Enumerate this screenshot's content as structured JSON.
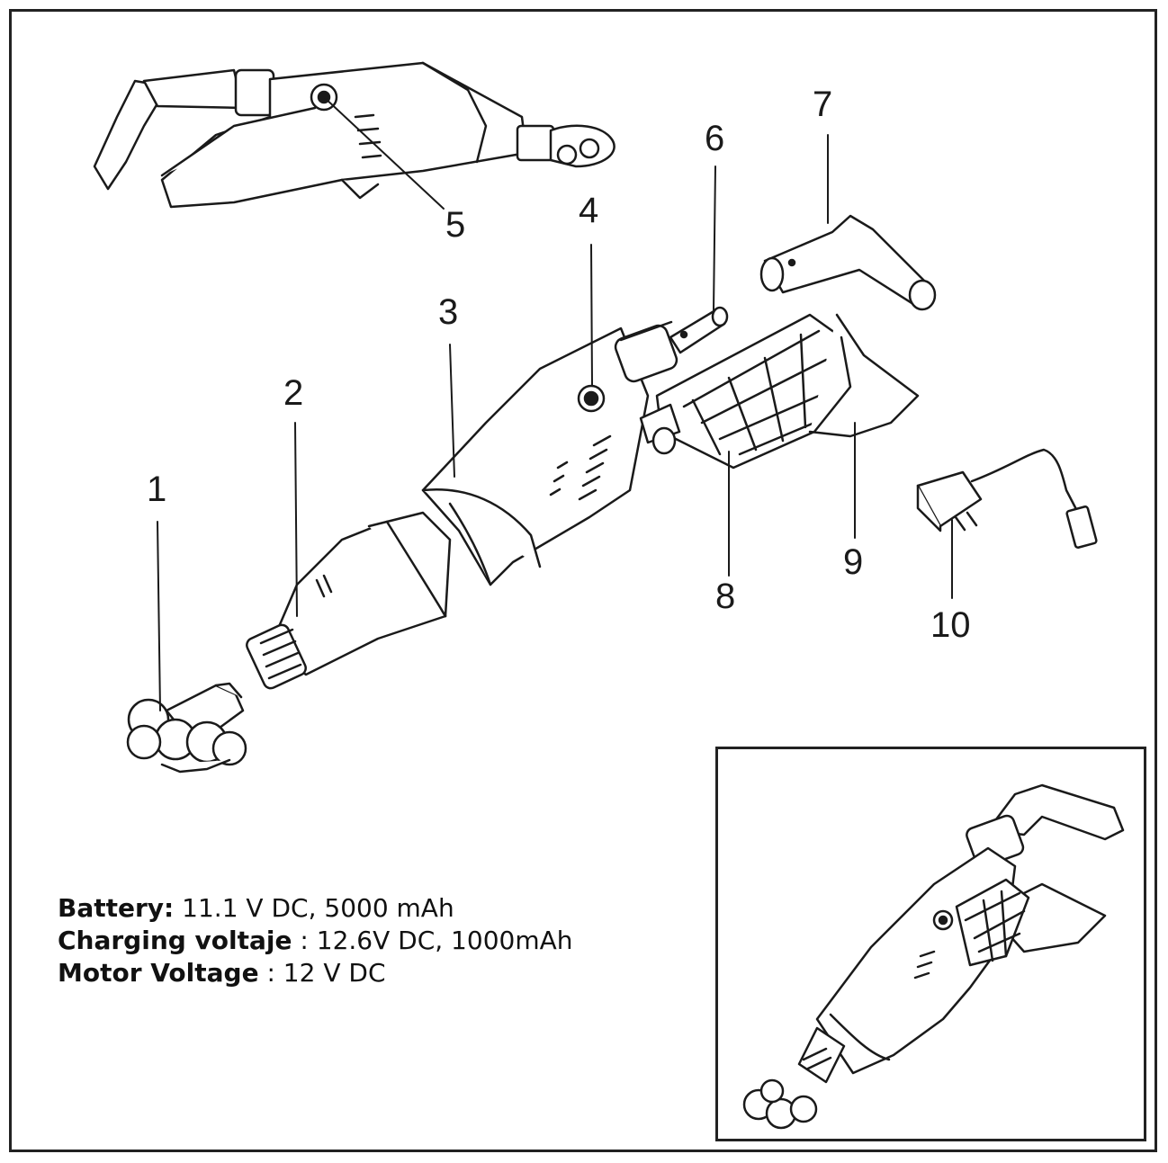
{
  "callouts": [
    "1",
    "2",
    "3",
    "4",
    "5",
    "6",
    "7",
    "8",
    "9",
    "10"
  ],
  "specs": [
    {
      "label": "Battery:",
      "value": " 11.1 V DC, 5000 mAh"
    },
    {
      "label": "Charging voltaje",
      "value": " : 12.6V DC, 1000mAh"
    },
    {
      "label": "Motor Voltage",
      "value": " : 12 V DC"
    }
  ]
}
